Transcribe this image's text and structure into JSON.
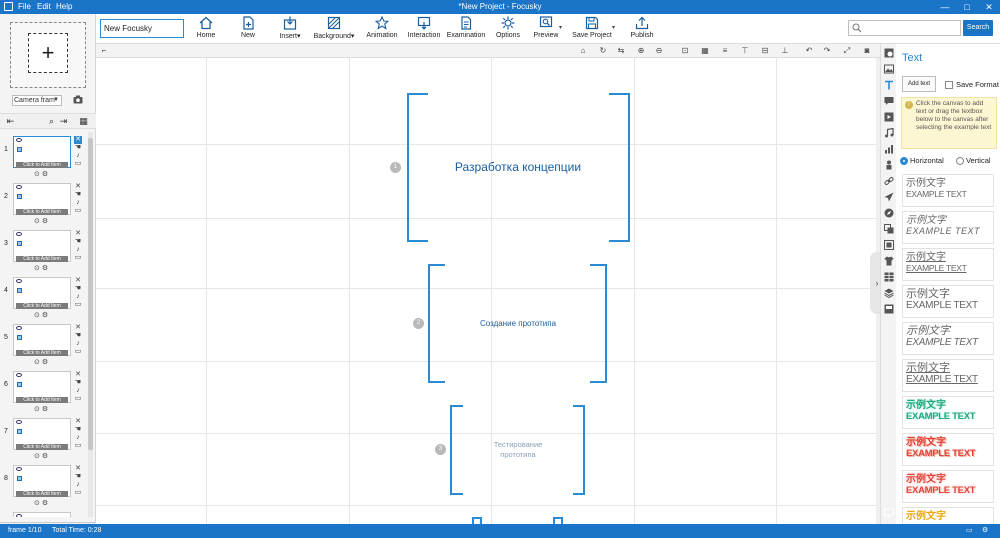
{
  "titlebar": {
    "menu": [
      "File",
      "Edit",
      "Help"
    ],
    "title": "*New Project - Focusky",
    "controls": [
      "—",
      "□",
      "✕"
    ]
  },
  "left_panel": {
    "camera_frame_label": "Camera fram",
    "frames": [
      {
        "num": "1",
        "label": "Click to Add Item",
        "active": true
      },
      {
        "num": "2",
        "label": "Click to Add Item"
      },
      {
        "num": "3",
        "label": "Click to Add Item"
      },
      {
        "num": "4",
        "label": "Click to Add Item"
      },
      {
        "num": "5",
        "label": "Click to Add Item"
      },
      {
        "num": "6",
        "label": "Click to Add Item"
      },
      {
        "num": "7",
        "label": "Click to Add Item"
      },
      {
        "num": "8",
        "label": "Click to Add Item"
      }
    ]
  },
  "ribbon": {
    "project_name": "New Focusky",
    "buttons": [
      {
        "label": "Home",
        "icon": "home-icon"
      },
      {
        "label": "New",
        "icon": "new-icon"
      },
      {
        "label": "Insert▾",
        "icon": "insert-icon"
      },
      {
        "label": "Background▾",
        "icon": "background-icon"
      },
      {
        "label": "Animation",
        "icon": "animation-icon"
      },
      {
        "label": "Interaction",
        "icon": "interaction-icon"
      },
      {
        "label": "Examination",
        "icon": "examination-icon"
      },
      {
        "label": "Options",
        "icon": "options-icon"
      },
      {
        "label": "Preview",
        "icon": "preview-icon"
      },
      {
        "label": "Save Project",
        "icon": "save-icon"
      },
      {
        "label": "Publish",
        "icon": "publish-icon"
      }
    ],
    "search_placeholder": "",
    "search_button": "Search"
  },
  "canvas": {
    "frames": [
      {
        "marker": "1",
        "text": "Разработка концепции"
      },
      {
        "marker": "2",
        "text": "Создание прототипа"
      },
      {
        "marker": "3",
        "text": "Тестирование прототипа"
      }
    ]
  },
  "right_panel": {
    "title": "Text",
    "add_text": "Add text",
    "save_format": "Save Format",
    "hint": "Click the canvas to add text or drag the textbox below to the canvas after selecting the example text",
    "orientation": {
      "horizontal": "Horizontal",
      "vertical": "Vertical",
      "selected": "Horizontal"
    },
    "samples": [
      {
        "zh": "示例文字",
        "en": "EXAMPLE TEXT"
      },
      {
        "zh": "示例文字",
        "en": "EXAMPLE TEXT"
      },
      {
        "zh": "示例文字",
        "en": "EXAMPLE TEXT"
      },
      {
        "zh": "示例文字",
        "en": "EXAMPLE TEXT"
      },
      {
        "zh": "示例文字",
        "en": "EXAMPLE TEXT"
      },
      {
        "zh": "示例文字",
        "en": "EXAMPLE TEXT"
      },
      {
        "zh": "示例文字",
        "en": "EXAMPLE TEXT"
      },
      {
        "zh": "示例文字",
        "en": "EXAMPLE TEXT"
      },
      {
        "zh": "示例文字",
        "en": "EXAMPLE TEXT"
      },
      {
        "zh": "示例文字",
        "en": ""
      }
    ]
  },
  "statusbar": {
    "frame": "frame 1/10",
    "total_time": "Total Time: 0:28"
  },
  "colors": {
    "accent": "#1a74c7",
    "frame_bracket": "#2a8ad4"
  }
}
